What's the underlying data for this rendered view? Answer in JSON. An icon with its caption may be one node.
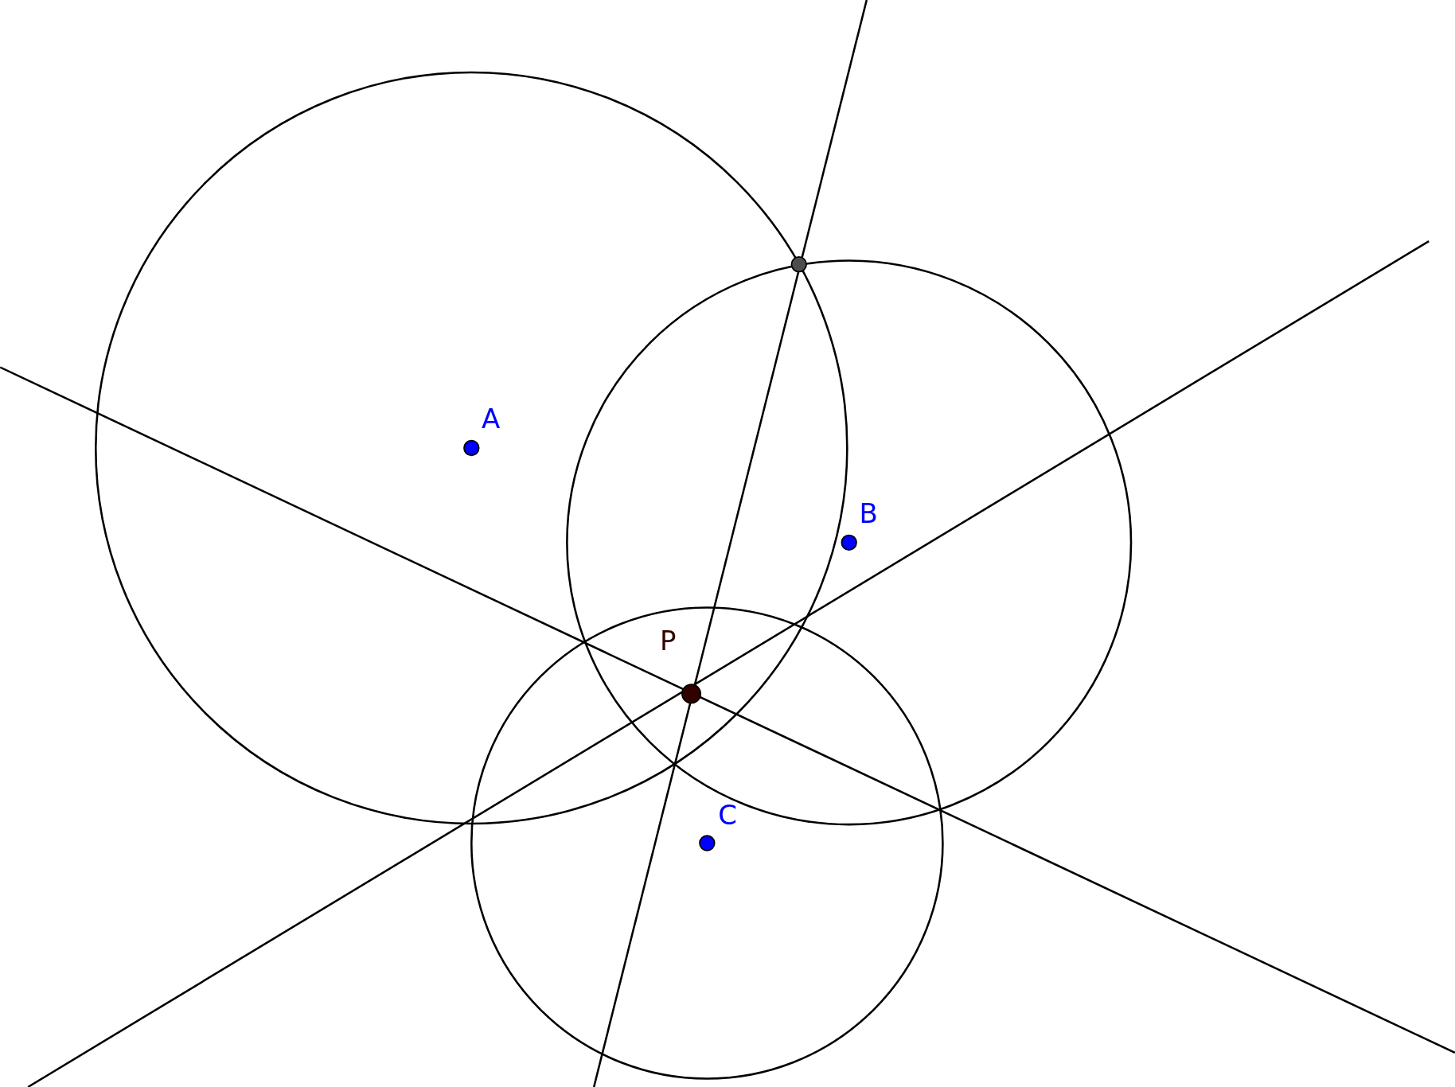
{
  "diagram": {
    "labels": [
      "A",
      "B",
      "C",
      "P"
    ]
  }
}
